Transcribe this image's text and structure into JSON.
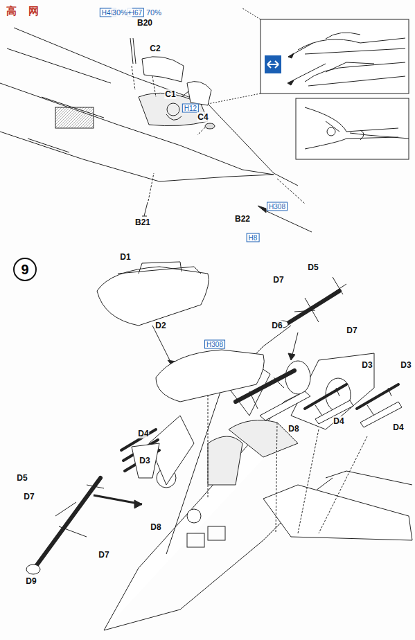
{
  "diagram": {
    "nodes": [
      {
        "text": [
          "H48"
        ]
      },
      {
        "text": [
          "H67"
        ]
      },
      {
        "text": [
          "H12"
        ]
      },
      {
        "text": [
          "H308"
        ]
      },
      {
        "text": [
          "H8"
        ]
      },
      {
        "text": [
          "9"
        ]
      },
      {
        "text": [
          "H308"
        ]
      }
    ],
    "labels": [
      "高",
      "网",
      "30%+",
      "70%",
      "B20",
      "C2",
      "C1",
      "C4",
      "B21",
      "B22",
      "D1",
      "D2",
      "D7",
      "D5",
      "D6",
      "D7",
      "D3",
      "D3",
      "D8",
      "D4",
      "D4",
      "D4",
      "D3",
      "D5",
      "D7",
      "D8",
      "D9",
      "D7"
    ]
  }
}
